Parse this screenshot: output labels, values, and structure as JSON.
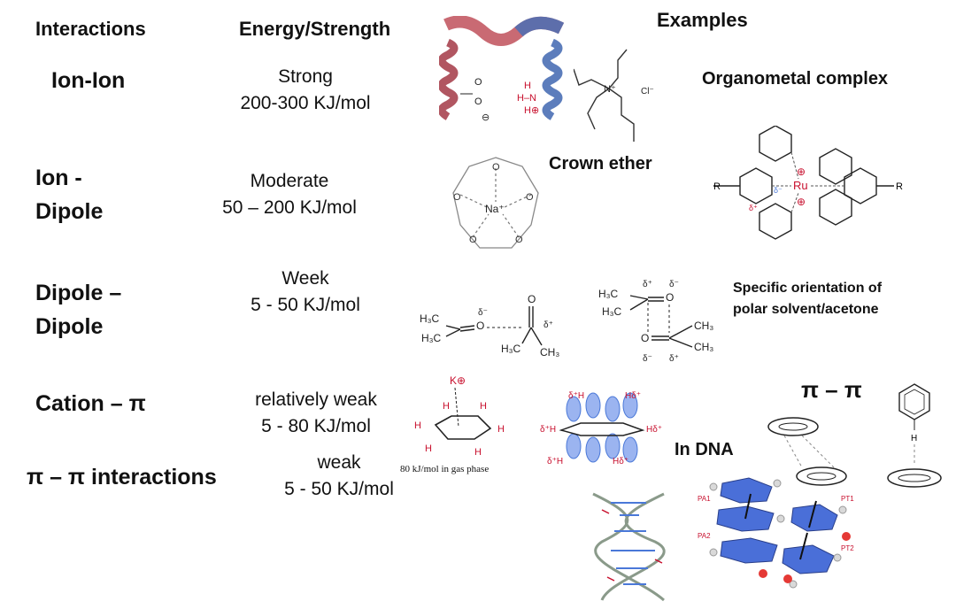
{
  "headers": {
    "interactions": "Interactions",
    "energy": "Energy/Strength",
    "examples": "Examples"
  },
  "rows": [
    {
      "name": "Ion-Ion",
      "strength": "Strong",
      "range": "200-300 KJ/mol"
    },
    {
      "name_line1": "Ion -",
      "name_line2": "Dipole",
      "strength": "Moderate",
      "range": "50 – 200 KJ/mol"
    },
    {
      "name_line1": "Dipole –",
      "name_line2": "Dipole",
      "strength": "Week",
      "range": "5 - 50 KJ/mol"
    },
    {
      "name": "Cation – π",
      "strength": "relatively weak",
      "range": "5 - 80 KJ/mol"
    },
    {
      "name": "π – π interactions",
      "strength": "weak",
      "range": "5 - 50 KJ/mol"
    }
  ],
  "example_labels": {
    "organometal": "Organometal complex",
    "crown_ether": "Crown ether",
    "acetone_line1": "Specific orientation of",
    "acetone_line2": "polar solvent/acetone",
    "pi_pi": "π – π",
    "in_dna": "In DNA",
    "gas_phase": "80 kJ/mol in gas phase"
  },
  "figure_text": {
    "chloride": "Cl⁻",
    "sodium": "Na⁺",
    "ruthenium": "Ru",
    "potassium": "K",
    "pa1": "PA1",
    "pa2": "PA2",
    "pt1": "PT1",
    "pt2": "PT2"
  },
  "colors": {
    "helix_red": "#c0505a",
    "helix_blue": "#4a6fb5",
    "charge_red": "#c8102e",
    "pi_blue": "#4a78d8"
  }
}
